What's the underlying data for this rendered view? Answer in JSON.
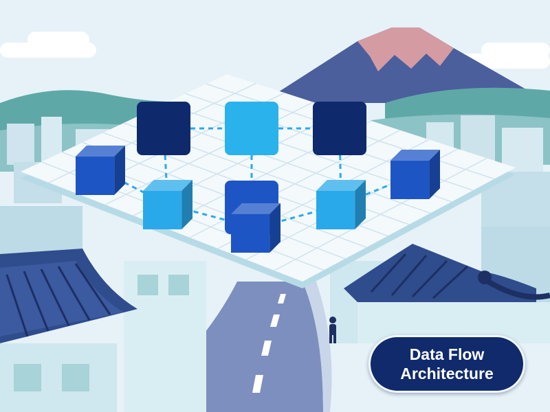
{
  "title": {
    "line1": "Data Flow",
    "line2": "Architecture"
  },
  "nodes": [
    {
      "id": "n1",
      "shape": "square",
      "color": "#0e2a6d"
    },
    {
      "id": "n2",
      "shape": "square",
      "color": "#29b2ec"
    },
    {
      "id": "n3",
      "shape": "square",
      "color": "#0e2a6d"
    },
    {
      "id": "n4",
      "shape": "cube",
      "color": "#1d55c4"
    },
    {
      "id": "n5",
      "shape": "cube",
      "color": "#2aa9ea"
    },
    {
      "id": "n6",
      "shape": "cube",
      "color": "#1d55c4"
    },
    {
      "id": "n7",
      "shape": "cube",
      "color": "#2aa9ea"
    },
    {
      "id": "n8",
      "shape": "cube",
      "color": "#1d55c4"
    },
    {
      "id": "n9",
      "shape": "square",
      "color": "#1d55c4"
    }
  ],
  "edges": [
    {
      "from": "n1",
      "to": "n2"
    },
    {
      "from": "n2",
      "to": "n3"
    },
    {
      "from": "n1",
      "to": "n5"
    },
    {
      "from": "n2",
      "to": "n9"
    },
    {
      "from": "n3",
      "to": "n7"
    },
    {
      "from": "n4",
      "to": "n5"
    },
    {
      "from": "n5",
      "to": "n6"
    },
    {
      "from": "n6",
      "to": "n7"
    },
    {
      "from": "n7",
      "to": "n8"
    }
  ],
  "colors": {
    "sky": "#e6f2f7",
    "mountain": "#4a5f9c",
    "snowcap": "#d49ba3",
    "hills": "#5fa8a8",
    "platform": "#f4f9fc",
    "road": "#7d8fbf",
    "roof": "#2f4c8c",
    "connector": "#2aa9ea",
    "badge": "#102a6b"
  },
  "icons": [
    "mountain-icon",
    "person-icon",
    "roof-icon"
  ]
}
